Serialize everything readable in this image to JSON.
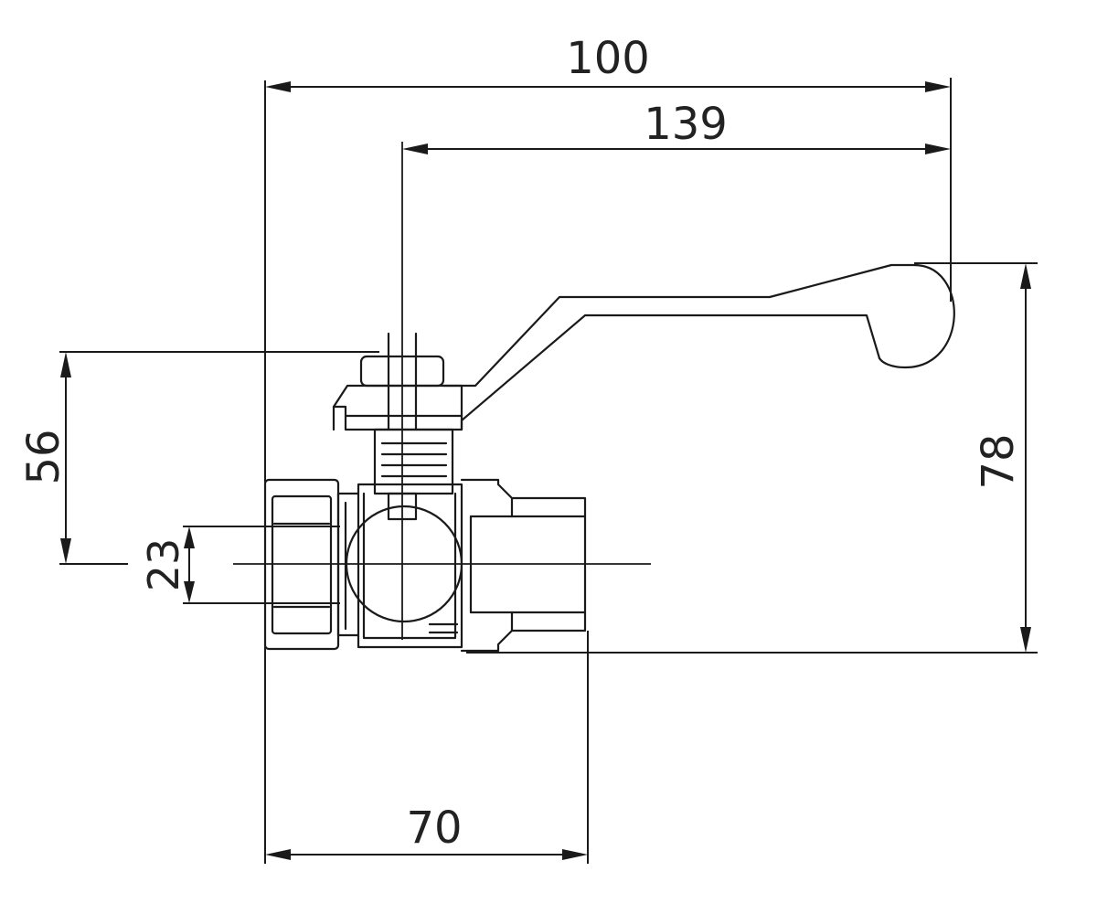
{
  "dimensions": {
    "overall_length": "100",
    "handle_length": "139",
    "stem_height": "56",
    "bore": "23",
    "total_height": "78",
    "body_length": "70"
  },
  "colors": {
    "line": "#1a1a1a",
    "text": "#222222",
    "background": "#ffffff"
  }
}
